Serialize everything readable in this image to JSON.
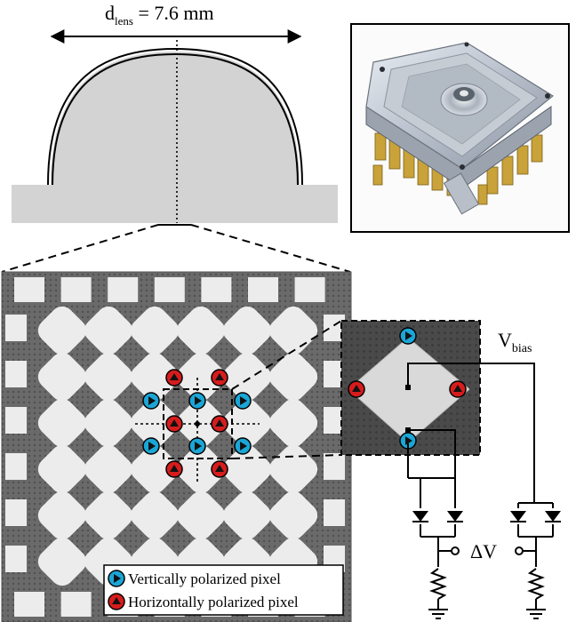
{
  "lens": {
    "label_main": "d",
    "label_sub": "lens",
    "label_value": " = 7.6 mm"
  },
  "circuit": {
    "vbias_main": "V",
    "vbias_sub": "bias",
    "delta_v": "ΔV"
  },
  "legend": {
    "vertical": "Vertically polarized pixel",
    "horizontal": "Horizontally polarized pixel"
  },
  "colors": {
    "vertical_marker": "#1aa6d6",
    "horizontal_marker": "#d61c1c",
    "lens": "#d4d4d4",
    "chip_background": "#6e6e6e",
    "pixel_pad": "#ececec"
  },
  "icons": {
    "vertical": "triangle-right-icon",
    "horizontal": "triangle-up-icon"
  }
}
